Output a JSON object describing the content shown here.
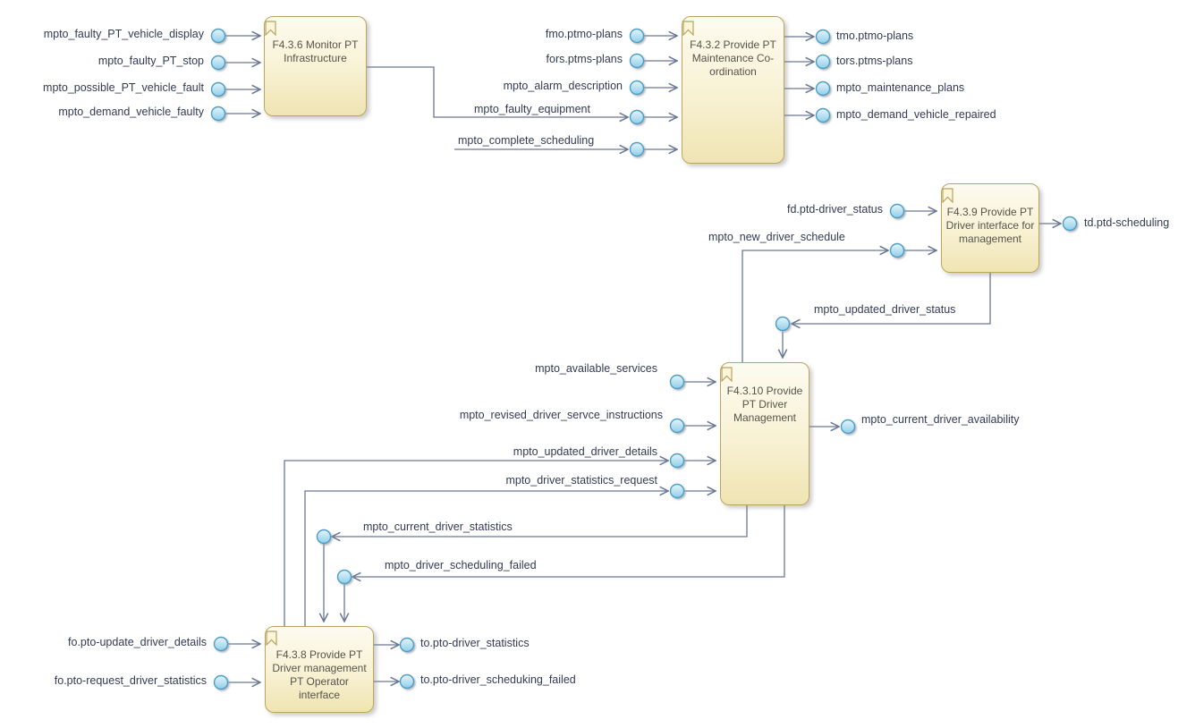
{
  "diagram": {
    "blocks": {
      "f436": {
        "title": "F4.3.6 Monitor PT Infrastructure"
      },
      "f432": {
        "title": "F4.3.2 Provide PT Maintenance Co-ordination"
      },
      "f439": {
        "title": "F4.3.9 Provide PT Driver interface for management"
      },
      "f4310": {
        "title": "F4.3.10 Provide PT Driver Management"
      },
      "f438": {
        "title": "F4.3.8 Provide PT Driver management PT Operator interface"
      }
    },
    "labels": {
      "mpto_faulty_PT_vehicle_display": "mpto_faulty_PT_vehicle_display",
      "mpto_faulty_PT_stop": "mpto_faulty_PT_stop",
      "mpto_possible_PT_vehicle_fault": "mpto_possible_PT_vehicle_fault",
      "mpto_demand_vehicle_faulty": "mpto_demand_vehicle_faulty",
      "fmo_ptmo_plans": "fmo.ptmo-plans",
      "fors_ptms_plans": "fors.ptms-plans",
      "mpto_alarm_description": "mpto_alarm_description",
      "mpto_faulty_equipment": "mpto_faulty_equipment",
      "mpto_complete_scheduling": "mpto_complete_scheduling",
      "tmo_ptmo_plans": "tmo.ptmo-plans",
      "tors_ptms_plans": "tors.ptms-plans",
      "mpto_maintenance_plans": "mpto_maintenance_plans",
      "mpto_demand_vehicle_repaired": "mpto_demand_vehicle_repaired",
      "fd_ptd_driver_status": "fd.ptd-driver_status",
      "mpto_new_driver_schedule": "mpto_new_driver_schedule",
      "td_ptd_scheduling": "td.ptd-scheduling",
      "mpto_updated_driver_status": "mpto_updated_driver_status",
      "mpto_available_services": "mpto_available_services",
      "mpto_revised_driver_servce_instructions": "mpto_revised_driver_servce_instructions",
      "mpto_updated_driver_details": "mpto_updated_driver_details",
      "mpto_driver_statistics_request": "mpto_driver_statistics_request",
      "mpto_current_driver_availability": "mpto_current_driver_availability",
      "mpto_current_driver_statistics": "mpto_current_driver_statistics",
      "mpto_driver_scheduling_failed": "mpto_driver_scheduling_failed",
      "fo_pto_update_driver_details": "fo.pto-update_driver_details",
      "fo_pto_request_driver_statistics": "fo.pto-request_driver_statistics",
      "to_pto_driver_statistics": "to.pto-driver_statistics",
      "to_pto_driver_scheduking_failed": "to.pto-driver_scheduking_failed"
    },
    "colors": {
      "block_fill_top": "#fdfbf0",
      "block_fill_bottom": "#efe4b2",
      "block_border": "#bda55e",
      "port_fill": "#a9d9ef",
      "port_border": "#4e9ec6",
      "connector": "#6a7894",
      "label_text": "#333b54",
      "title_text": "#54544a"
    }
  }
}
